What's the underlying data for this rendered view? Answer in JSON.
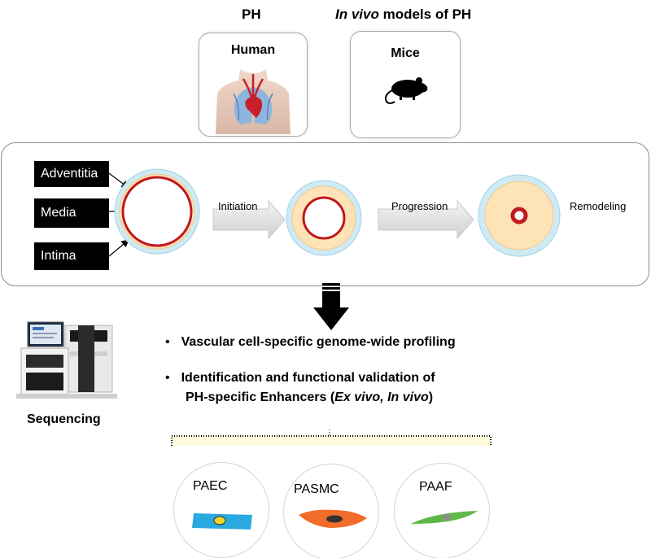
{
  "header": {
    "ph_title": "PH",
    "models_title_italic": "In vivo",
    "models_title_rest": " models of PH"
  },
  "cards": {
    "human_label": "Human",
    "mice_label": "Mice"
  },
  "vessel_panel": {
    "layer_labels": [
      "Adventitia",
      "Media",
      "Intima"
    ],
    "stage_arrows": [
      "Initiation",
      "Progression"
    ],
    "end_label": "Remodeling"
  },
  "sequencing": {
    "label": "Sequencing"
  },
  "bullets": {
    "line1": "Vascular cell-specific genome-wide profiling",
    "line2": "Identification and functional validation of",
    "line3_prefix": "PH-specific Enhancers (",
    "line3_italic": "Ex vivo, In vivo",
    "line3_suffix": ")"
  },
  "cells": [
    "PAEC",
    "PASMC",
    "PAAF"
  ],
  "colors": {
    "adventitia": "#cfeaf4",
    "media": "#fde3b5",
    "intima": "#c0181e",
    "arrow_gray": "#d9d9d9",
    "bracket_fill": "#fffbdc",
    "paec": "#29a9e0",
    "pasmc": "#f26c2a",
    "paaf": "#5eb847"
  },
  "icons": [
    "human-heart-lungs-icon",
    "mouse-icon",
    "sequencer-icon",
    "down-arrow-icon"
  ]
}
